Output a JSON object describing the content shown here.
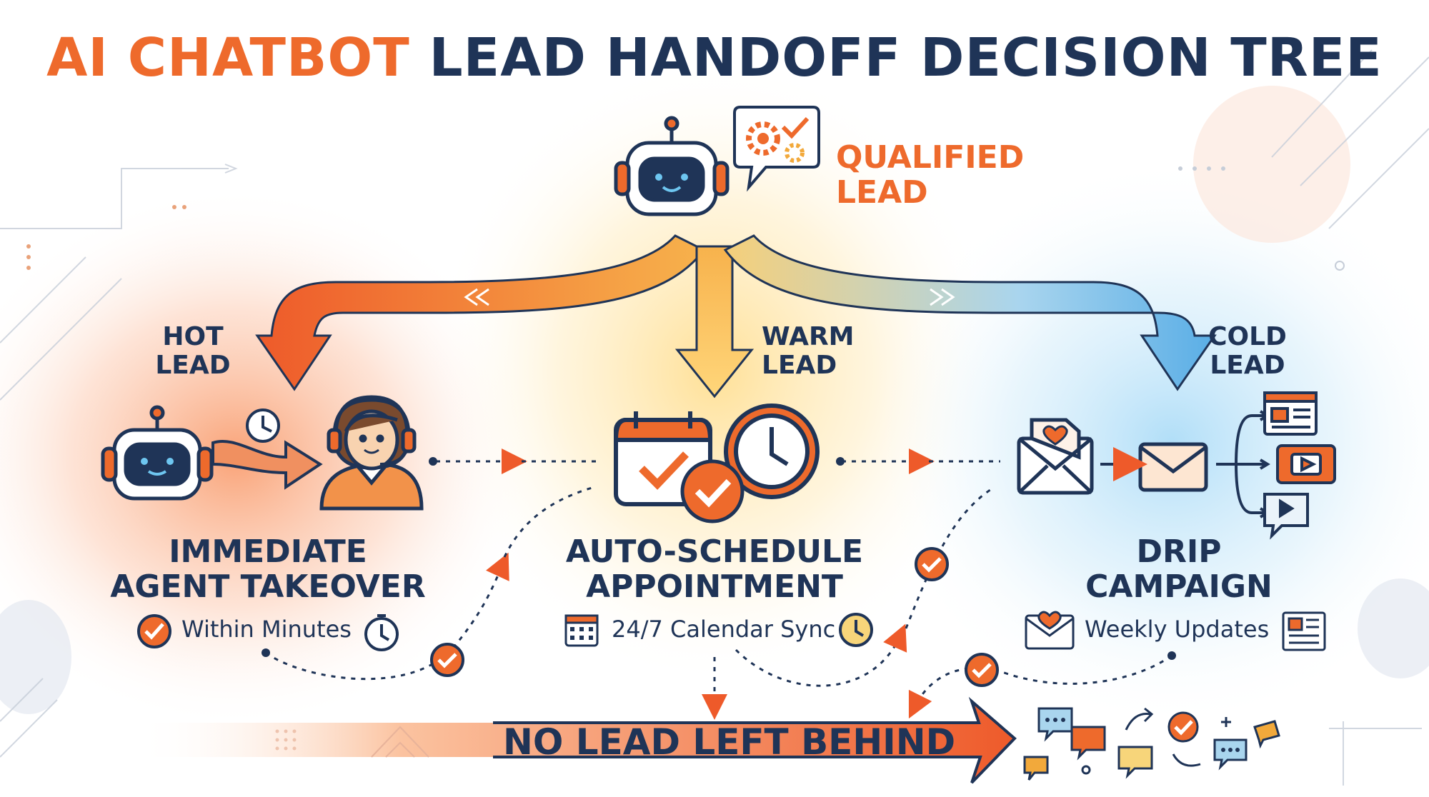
{
  "title": {
    "accent": "AI CHATBOT",
    "rest": " LEAD HANDOFF DECISION TREE"
  },
  "root": {
    "label_line1": "QUALIFIED",
    "label_line2": "LEAD"
  },
  "branches": [
    {
      "tag_line1": "HOT",
      "tag_line2": "LEAD",
      "color": "#ee5a2a",
      "action_line1": "IMMEDIATE",
      "action_line2": "AGENT TAKEOVER",
      "detail": "Within Minutes"
    },
    {
      "tag_line1": "WARM",
      "tag_line2": "LEAD",
      "color": "#f2a93b",
      "action_line1": "AUTO-SCHEDULE",
      "action_line2": "APPOINTMENT",
      "detail": "24/7 Calendar Sync"
    },
    {
      "tag_line1": "COLD",
      "tag_line2": "LEAD",
      "color": "#5aaee6",
      "action_line1": "DRIP",
      "action_line2": "CAMPAIGN",
      "detail": "Weekly Updates"
    }
  ],
  "banner": {
    "text": "NO LEAD LEFT BEHIND"
  },
  "colors": {
    "navy": "#1f3457",
    "orange": "#ee6a2c",
    "yellow": "#f2a93b",
    "blue": "#5aaee6"
  }
}
